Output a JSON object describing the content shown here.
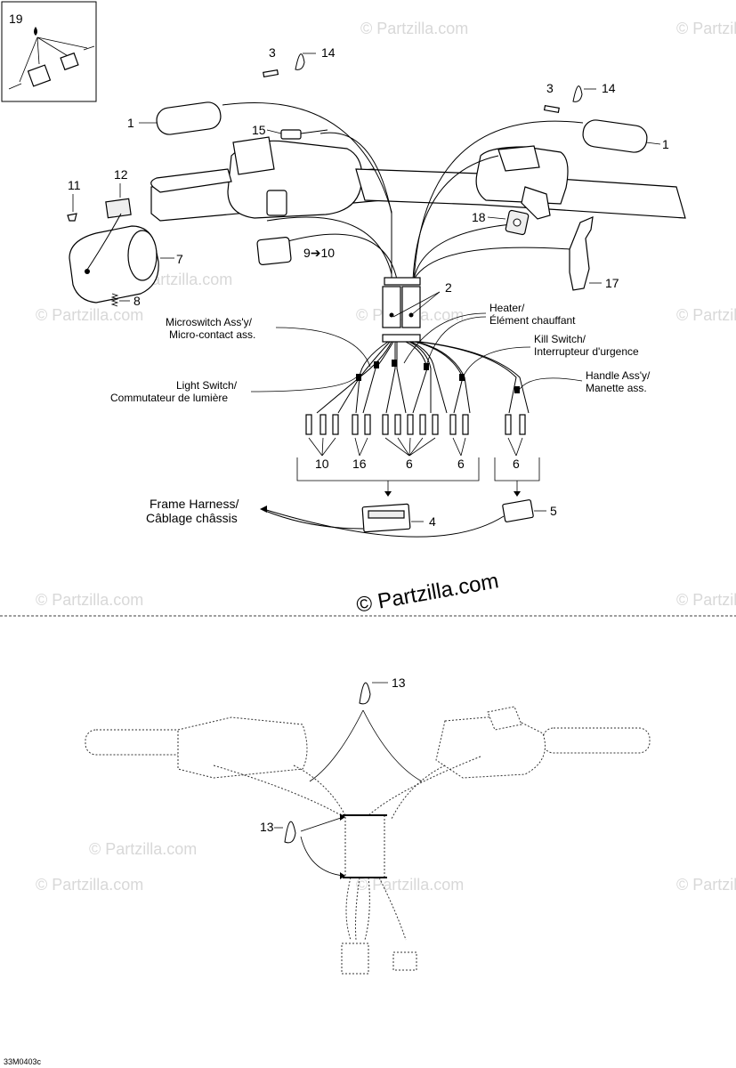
{
  "watermark": "© Partzilla.com",
  "copyright": "© Partzilla.com",
  "drawing_code": "33M0403c",
  "callouts": {
    "c1": "1",
    "c2": "2",
    "c3": "3",
    "c4": "4",
    "c5": "5",
    "c6": "6",
    "c7": "7",
    "c8": "8",
    "c9_10": "9➔10",
    "c10": "10",
    "c11": "11",
    "c12": "12",
    "c13": "13",
    "c14": "14",
    "c15": "15",
    "c16": "16",
    "c17": "17",
    "c18": "18",
    "c19": "19"
  },
  "labels": {
    "microswitch_en": "Microswitch Ass'y/",
    "microswitch_fr": "Micro-contact ass.",
    "heater_en": "Heater/",
    "heater_fr": "Élément chauffant",
    "kill_en": "Kill Switch/",
    "kill_fr": "Interrupteur d'urgence",
    "light_en": "Light Switch/",
    "light_fr": "Commutateur de lumière",
    "handle_en": "Handle Ass'y/",
    "handle_fr": "Manette ass.",
    "frame_en": "Frame Harness/",
    "frame_fr": "Câblage châssis"
  }
}
